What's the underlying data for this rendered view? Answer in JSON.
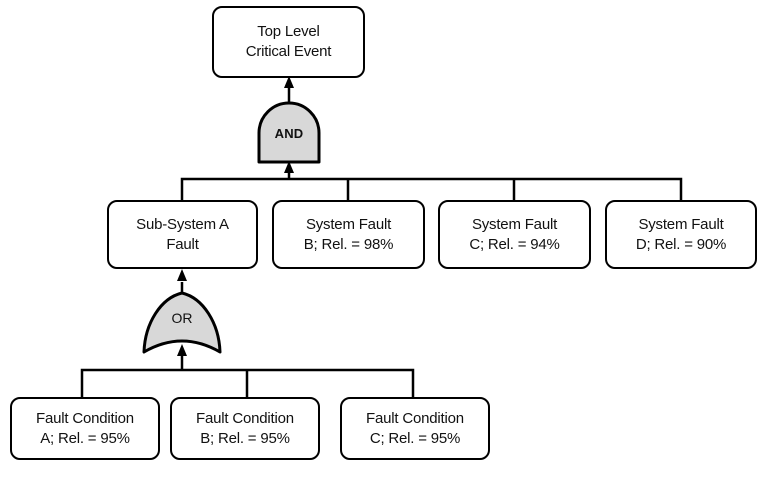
{
  "diagram": {
    "kind": "fault-tree",
    "top_event": {
      "line1": "Top Level",
      "line2": "Critical Event"
    },
    "gates": {
      "and_label": "AND",
      "or_label": "OR"
    },
    "level2": [
      {
        "line1": "Sub-System A",
        "line2": "Fault"
      },
      {
        "line1": "System Fault",
        "line2": "B; Rel. = 98%"
      },
      {
        "line1": "System Fault",
        "line2": "C; Rel. = 94%"
      },
      {
        "line1": "System Fault",
        "line2": "D; Rel. = 90%"
      }
    ],
    "level3": [
      {
        "line1": "Fault Condition",
        "line2": "A; Rel. = 95%"
      },
      {
        "line1": "Fault Condition",
        "line2": "B; Rel. = 95%"
      },
      {
        "line1": "Fault Condition",
        "line2": "C; Rel. = 95%"
      }
    ],
    "colors": {
      "gate_fill": "#d8d8d8",
      "stroke": "#000000",
      "box_fill": "#ffffff",
      "text": "#111111",
      "background": "#ffffff"
    }
  }
}
